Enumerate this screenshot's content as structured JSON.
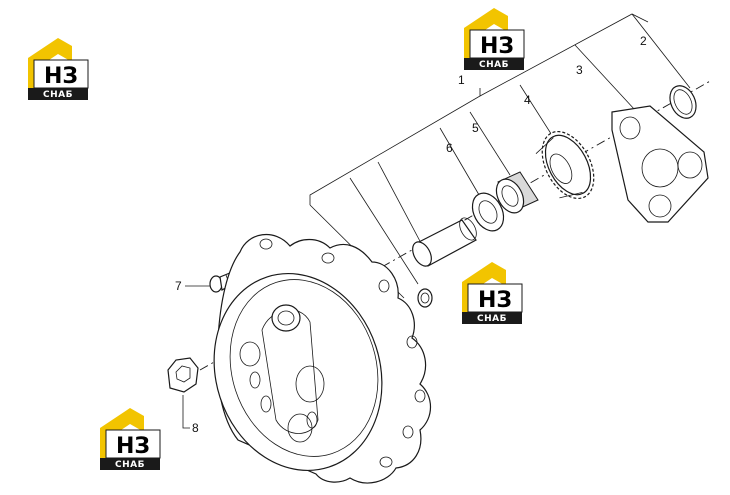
{
  "diagram": {
    "callouts": [
      "1",
      "2",
      "3",
      "4",
      "5",
      "6",
      "7",
      "8"
    ]
  },
  "watermark": {
    "main": "НЗ",
    "sub": "СНАБ"
  },
  "colors": {
    "logo_yellow": "#f2c400",
    "logo_dark": "#1a1a1a",
    "line": "#1a1a1a"
  }
}
